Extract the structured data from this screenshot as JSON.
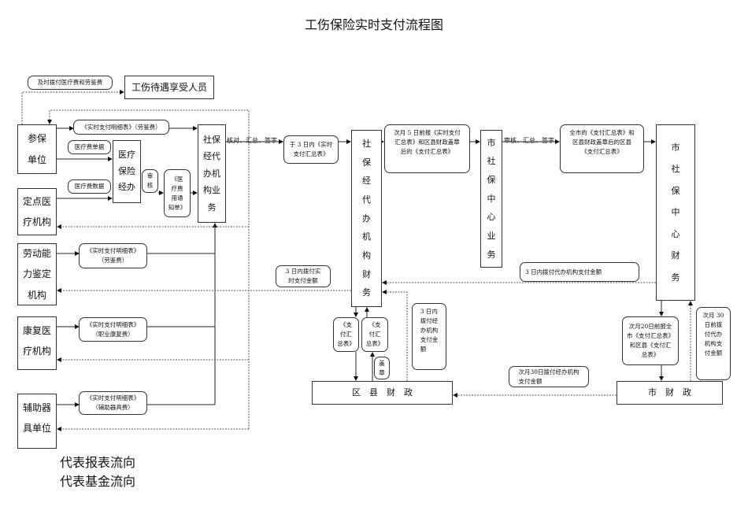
{
  "title": "工伤保险实时支付流程图",
  "boxes": {
    "pay_notice": "及时拨付医疗费和劳鉴费",
    "beneficiary": "工伤待遇享受人员",
    "insured_unit": "参保\n单位",
    "detail_appraisal_top": "《实时支付明细表》（劳鉴费）",
    "medical_receipts": "医疗费单据",
    "medical_insurance_office": "医疗\n保险\n经办",
    "medical_data": "医疗费数据",
    "review": "审\n核",
    "medical_notice": "《医\n疗费\n用通\n知单》",
    "agency_business": "社保\n经代\n办机\n构业\n务",
    "designated_hospital": "定点医\n疗机构",
    "appraisal_org": "劳动能\n力鉴定\n机构",
    "detail_appraisal": "《实时支付明细表》\n（劳鉴费）",
    "rehab_org": "康复医\n疗机构",
    "detail_rehab": "《实时支付明细表》\n（职业康复费）",
    "aid_unit": "辅助器\n具单位",
    "detail_aid": "《实时支付明细表》\n（辅助器具费）",
    "summary_3days": "于 3 日内《实时\n支付汇总表》",
    "agency_finance": "社\n保\n经\n代\n办\n机\n构\n财\n务",
    "report_5th": "次月 5 日前报《实时支付\n汇总表》和区县财政盖章\n后的《支付汇总表》",
    "city_center_business": "市\n社\n保\n中\n心\n业\n务",
    "city_summary": "全市的《支付汇总表》和\n区县财政盖章后的区县\n《支付汇总表》",
    "city_center_finance": "市\n社\n保\n中\n心\n财\n务",
    "pay_agency_3days": "3 日内拨付代办机构支付金额",
    "pay_realtime_3days": "3 日内拨付实\n时支付金额",
    "summary_down": "《支\n付汇\n总表》",
    "summary_up": "《支\n付汇\n总表》",
    "stamp": "盖\n章",
    "county_pay_3days": "3 日内\n拨付经\n办机构\n支付金\n额",
    "county_finance": "区　县　财　政",
    "report_20th": "次月20日前报全\n市《支付汇总表》\n和区县《支付汇\n总表》",
    "city_pay_30th": "次月 30\n日前拨\n付代办\n机构支\n付金额",
    "pay_30th": "次月30日拨付经办机构\n支付金额",
    "city_finance": "市　财　政"
  },
  "labels": {
    "check_sum_sign": "核对、汇总、签字",
    "audit_sum_sign": "审核、汇总、签字"
  },
  "legend": {
    "report_flow": "代表报表流向",
    "fund_flow": "代表基金流向"
  }
}
